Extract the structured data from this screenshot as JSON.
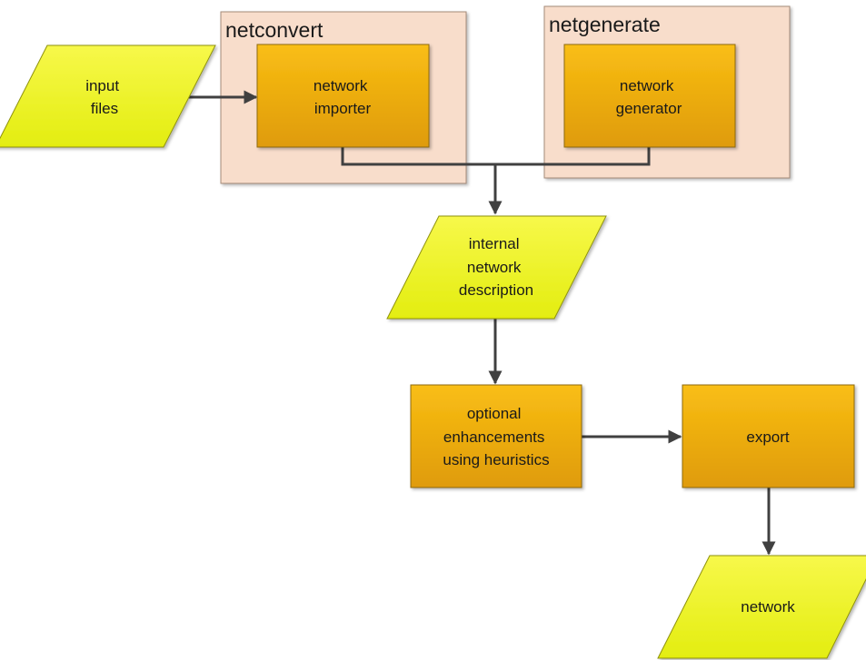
{
  "colors": {
    "container_fill": "#f8ddcb",
    "container_stroke": "#a58a78",
    "process_top": "#f9be15",
    "process_bottom": "#df9b07",
    "process_stroke": "#8f6a0f",
    "io_top": "#f7f84a",
    "io_bottom": "#e3ed10",
    "io_stroke": "#8f920f",
    "connector": "#404040"
  },
  "containers": {
    "netconvert": {
      "label": "netconvert"
    },
    "netgenerate": {
      "label": "netgenerate"
    }
  },
  "nodes": {
    "input_files": {
      "shape": "data",
      "lines": [
        "input",
        "files"
      ]
    },
    "network_importer": {
      "shape": "process",
      "lines": [
        "network",
        "importer"
      ]
    },
    "network_generator": {
      "shape": "process",
      "lines": [
        "network",
        "generator"
      ]
    },
    "internal_network_description": {
      "shape": "data",
      "lines": [
        "internal",
        "network",
        "description"
      ]
    },
    "optional_enhancements": {
      "shape": "process",
      "lines": [
        "optional",
        "enhancements",
        "using heuristics"
      ]
    },
    "export": {
      "shape": "process",
      "lines": [
        "export"
      ]
    },
    "network": {
      "shape": "data",
      "lines": [
        "network"
      ]
    }
  },
  "edges": [
    {
      "from": "input_files",
      "to": "network_importer"
    },
    {
      "from": "network_importer",
      "to": "internal_network_description"
    },
    {
      "from": "network_generator",
      "to": "internal_network_description"
    },
    {
      "from": "internal_network_description",
      "to": "optional_enhancements"
    },
    {
      "from": "optional_enhancements",
      "to": "export"
    },
    {
      "from": "export",
      "to": "network"
    }
  ]
}
